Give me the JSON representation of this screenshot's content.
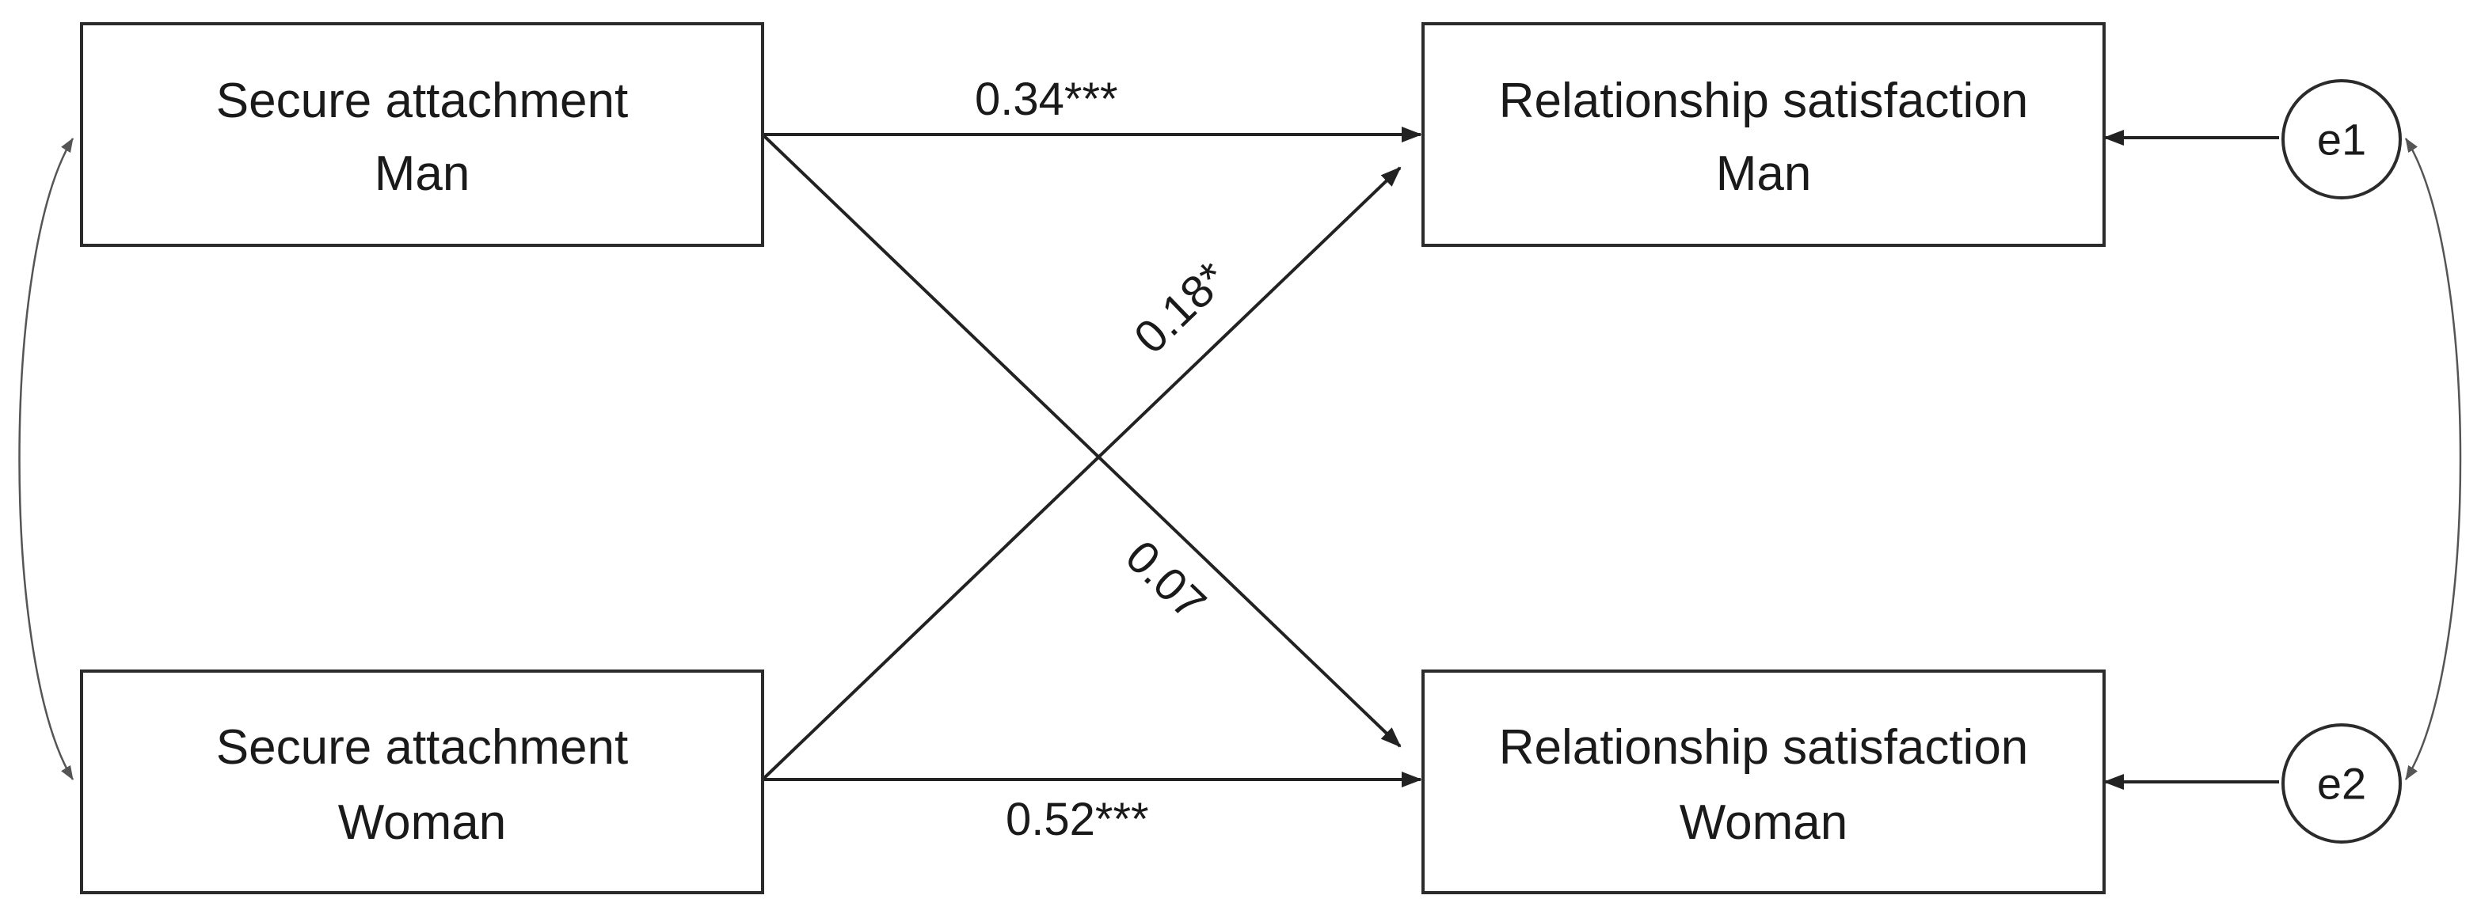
{
  "nodes": {
    "secure_man": {
      "line1": "Secure attachment",
      "line2": "Man"
    },
    "secure_woman": {
      "line1": "Secure attachment",
      "line2": "Woman"
    },
    "rel_man": {
      "line1": "Relationship satisfaction",
      "line2": "Man"
    },
    "rel_woman": {
      "line1": "Relationship satisfaction",
      "line2": "Woman"
    }
  },
  "errors": {
    "e1": "e1",
    "e2": "e2"
  },
  "paths": {
    "secure_man_to_rel_man": "0.34***",
    "secure_woman_to_rel_man": "0.18*",
    "secure_man_to_rel_woman": "0.07",
    "secure_woman_to_rel_woman": "0.52***"
  },
  "colors": {
    "stroke": "#2b2b2b",
    "text": "#1a1a1a",
    "background": "#ffffff"
  }
}
